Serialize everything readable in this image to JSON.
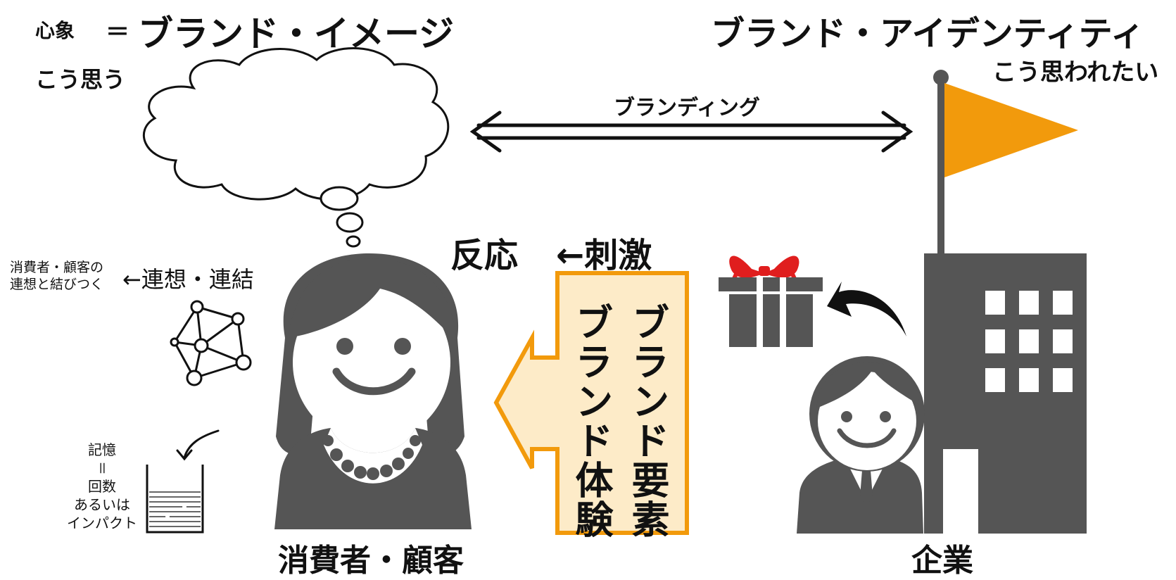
{
  "left_header": {
    "mind_label": "心象",
    "equals": "＝",
    "brand_image": "ブランド・イメージ",
    "thinks": "こう思う"
  },
  "right_header": {
    "brand_identity": "ブランド・アイデンティティ",
    "want_to_be_seen": "こう思われたい"
  },
  "branding_label": "ブランディング",
  "reaction_label": "反応",
  "stimulus_label": "←刺激",
  "association": {
    "side_text_line1": "消費者・顧客の",
    "side_text_line2": "連想と結びつく",
    "arrow_text": "←連想・連結"
  },
  "memory": {
    "line1": "記憶",
    "line2": "＝",
    "line3": "回数",
    "line4": "あるいは",
    "line5": "インパクト"
  },
  "stimulus_box": {
    "col_right": "ブランド要素",
    "col_left": "ブランド体験"
  },
  "consumer_label": "消費者・顧客",
  "company_label": "企業",
  "colors": {
    "figure_gray": "#555555",
    "flag_orange": "#f29a0c",
    "box_fill": "#fdebc8",
    "box_border": "#f29a0c",
    "ribbon_red": "#e01e1e"
  }
}
